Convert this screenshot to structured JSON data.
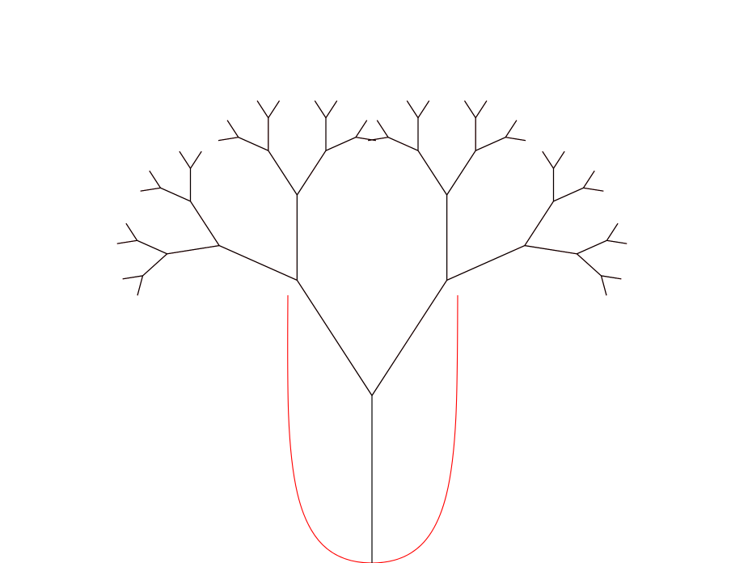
{
  "figure": {
    "kind": "fractal-tree",
    "background_color": "#ffffff",
    "branch_color": "#000000",
    "curve_color": "#ff0000",
    "depth": 5,
    "branch_angle_deg": 33,
    "length_ratio": 0.62,
    "curve_style": "cubic-bezier-loops-between-parent-joint-and-child-tips"
  }
}
